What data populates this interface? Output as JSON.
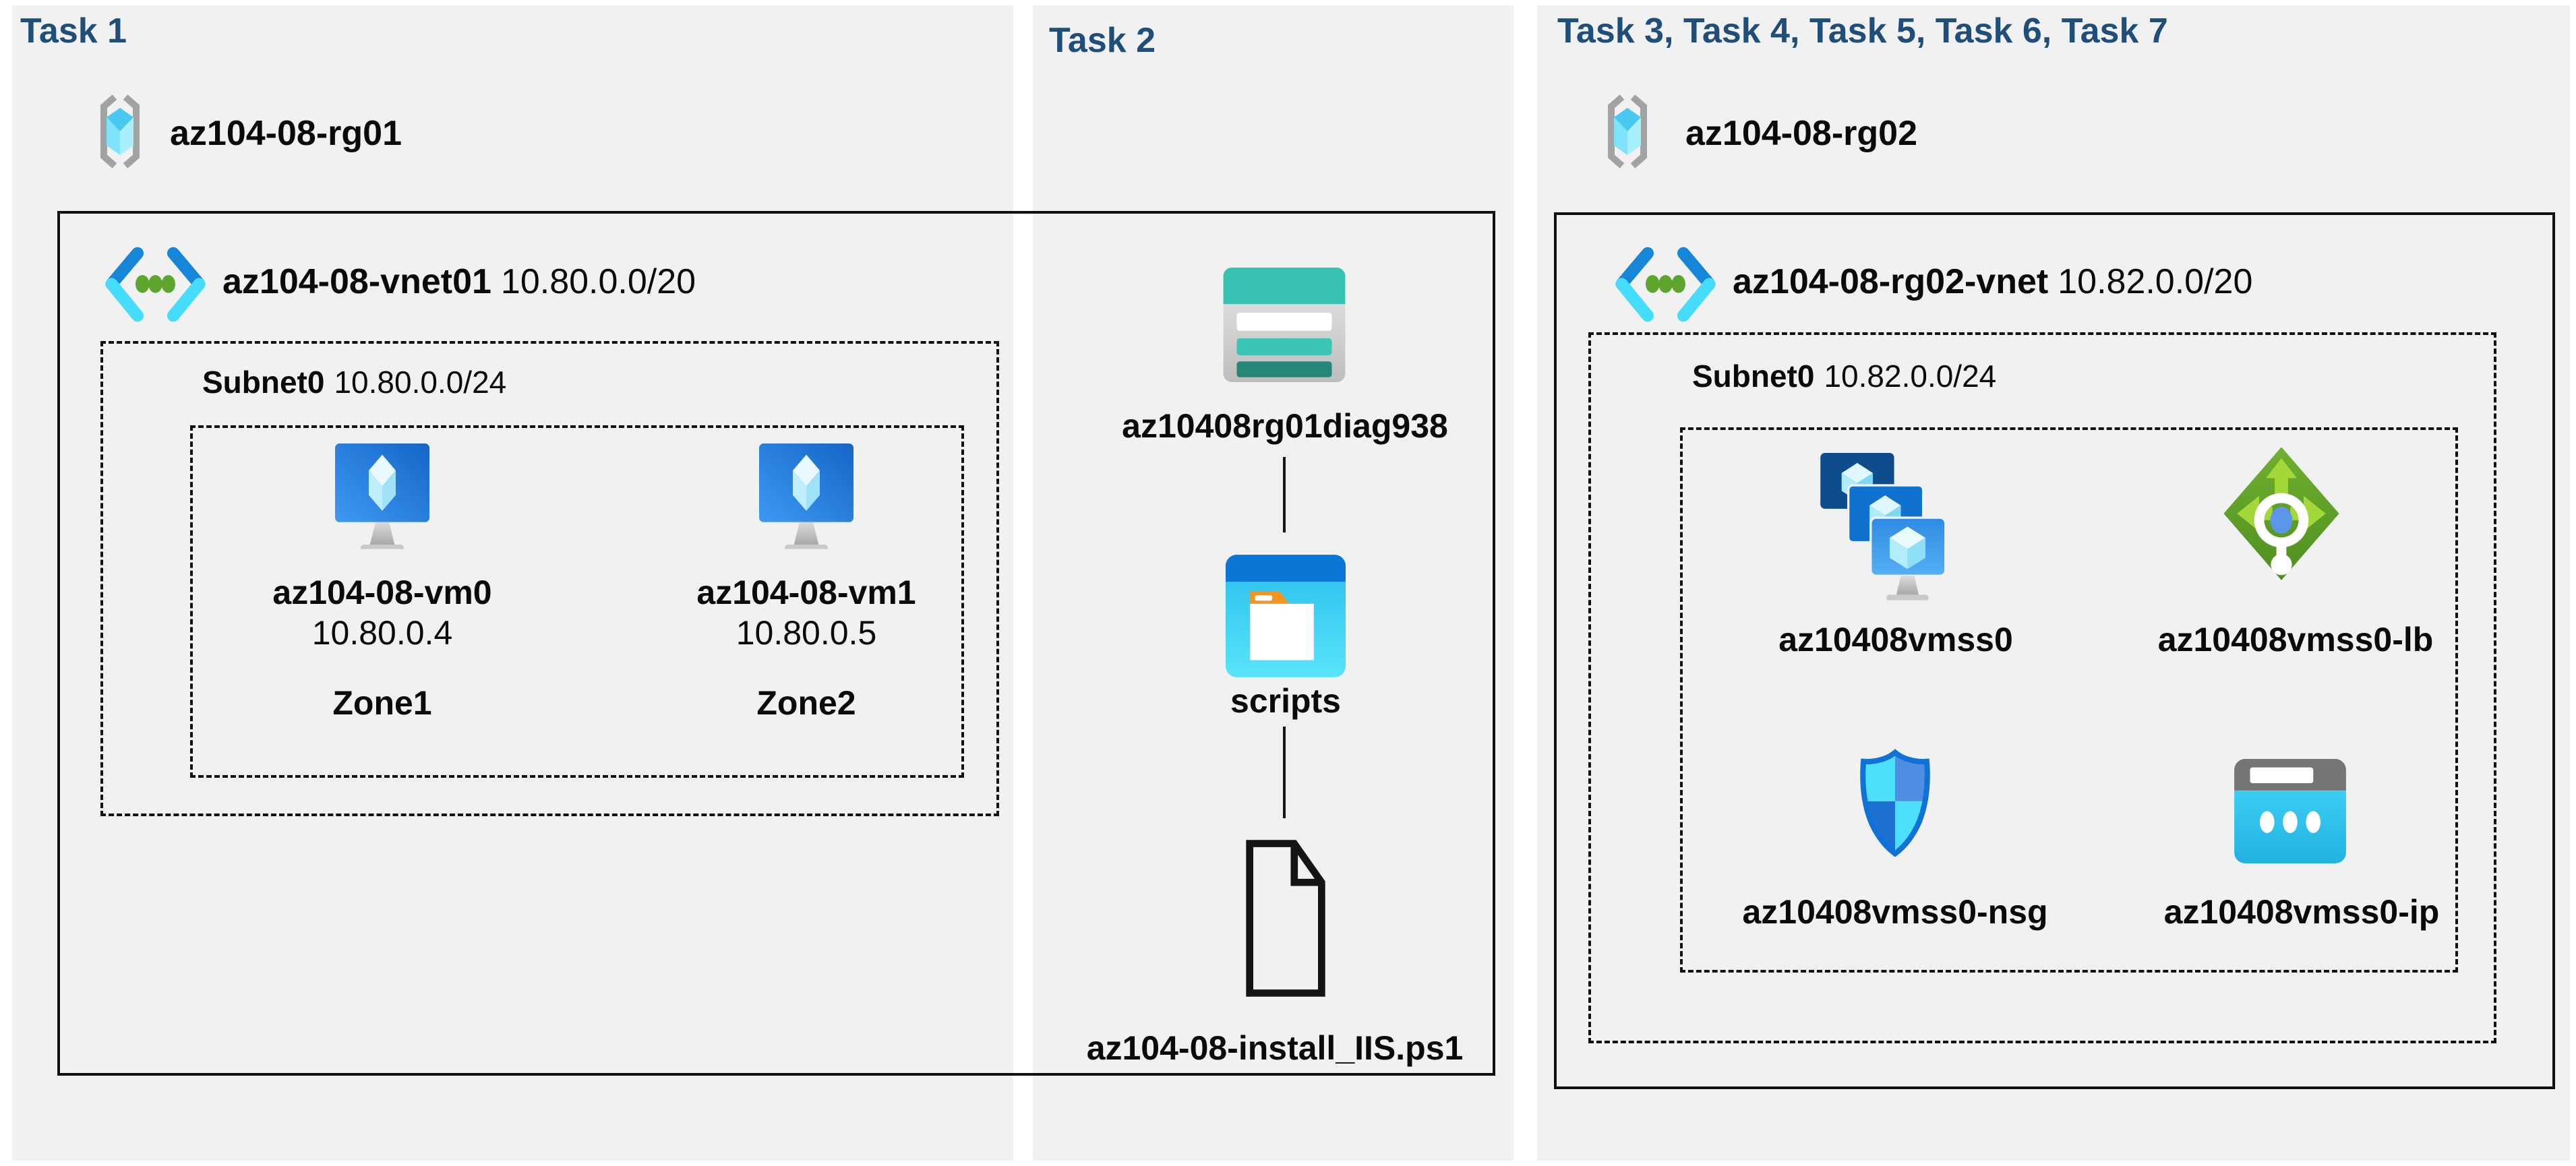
{
  "colors": {
    "panel_background": "#f1f1f2",
    "page_background": "#ffffff",
    "heading_blue": "#1f4e79",
    "text_black": "#0a0a0a",
    "border_black": "#111111",
    "vnet_chevron_blue": "#1586d8",
    "vnet_chevron_cyan": "#45ddfb",
    "vnet_dot_green": "#5da52c",
    "vm_monitor_blue": "#1d6fd0",
    "storage_teal": "#37c2b1",
    "storage_teal_dark": "#268779",
    "scripts_header_blue": "#0c76d6",
    "scripts_body_cyan": "#2cc3f0",
    "folder_tab_orange": "#f59421",
    "lb_green": "#5aa228",
    "lb_arrow_green": "#a3d838",
    "nsg_outline_blue": "#1072d6",
    "ip_cyan": "#30c6f0",
    "ip_gray": "#757575"
  },
  "icons": {
    "resource_group": "resource-group-icon",
    "virtual_network": "virtual-network-icon",
    "virtual_machine": "virtual-machine-icon",
    "storage_account": "storage-account-icon",
    "blob_container": "folder-container-icon",
    "script_file": "document-file-icon",
    "vm_scale_set": "vm-scale-set-icon",
    "load_balancer": "load-balancer-icon",
    "network_security_group": "shield-nsg-icon",
    "public_ip": "public-ip-icon"
  },
  "tasks": {
    "task1": {
      "heading": "Task 1",
      "resource_group": "az104-08-rg01",
      "vnet": {
        "name": "az104-08-vnet01",
        "cidr": "10.80.0.0/20"
      },
      "subnet": {
        "name": "Subnet0",
        "cidr": "10.80.0.0/24"
      },
      "vms": [
        {
          "name": "az104-08-vm0",
          "ip": "10.80.0.4",
          "zone": "Zone1"
        },
        {
          "name": "az104-08-vm1",
          "ip": "10.80.0.5",
          "zone": "Zone2"
        }
      ]
    },
    "task2": {
      "heading": "Task 2",
      "storage_account": "az10408rg01diag938",
      "container": "scripts",
      "file": "az104-08-install_IIS.ps1"
    },
    "task3": {
      "heading": "Task 3, Task 4, Task 5, Task 6, Task 7",
      "resource_group": "az104-08-rg02",
      "vnet": {
        "name": "az104-08-rg02-vnet",
        "cidr": "10.82.0.0/20"
      },
      "subnet": {
        "name": "Subnet0",
        "cidr": "10.82.0.0/24"
      },
      "resources": [
        {
          "name": "az10408vmss0",
          "type": "vm-scale-set"
        },
        {
          "name": "az10408vmss0-lb",
          "type": "load-balancer"
        },
        {
          "name": "az10408vmss0-nsg",
          "type": "network-security-group"
        },
        {
          "name": "az10408vmss0-ip",
          "type": "public-ip"
        }
      ]
    }
  }
}
